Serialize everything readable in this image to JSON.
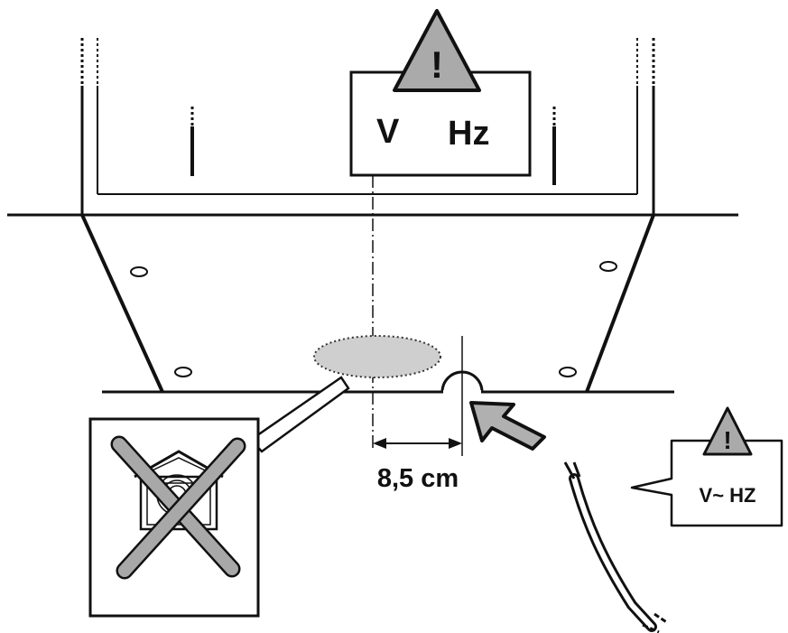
{
  "main_label": {
    "voltage": "V",
    "frequency": "Hz"
  },
  "side_label": {
    "text": "V~ HZ"
  },
  "dimension": {
    "text": "8,5 cm"
  },
  "warning_symbol": "!",
  "icons": {
    "warning": "warning-triangle-icon",
    "prohibited": "crossed-out-icon",
    "arrow": "insertion-arrow-icon",
    "cable": "power-cable-icon"
  },
  "colors": {
    "line": "#111111",
    "fill_gray": "#b0b0b0",
    "ellipse_fill": "#cfcfcf",
    "background": "#ffffff"
  }
}
